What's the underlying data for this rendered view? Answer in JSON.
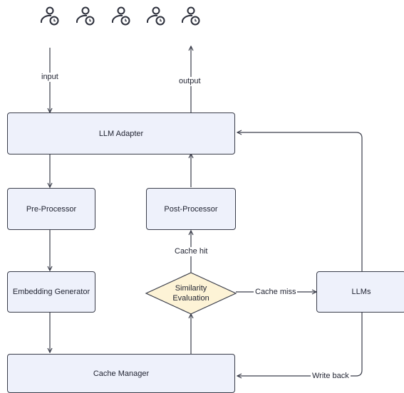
{
  "nodes": {
    "llm_adapter": "LLM Adapter",
    "pre_processor": "Pre-Processor",
    "embedding_generator": "Embedding Generator",
    "cache_manager": "Cache Manager",
    "post_processor": "Post-Processor",
    "similarity_evaluation_line1": "Similarity",
    "similarity_evaluation_line2": "Evaluation",
    "llms": "LLMs"
  },
  "edge_labels": {
    "input": "input",
    "output": "output",
    "cache_hit": "Cache hit",
    "cache_miss": "Cache miss",
    "write_back": "Write back"
  },
  "icons": {
    "users": [
      "user-clock-icon",
      "user-clock-icon",
      "user-clock-icon",
      "user-clock-icon",
      "user-clock-icon"
    ]
  },
  "colors": {
    "box_fill": "#eef1fb",
    "diamond_fill": "#fdf3d6",
    "stroke": "#3a3d4a"
  }
}
